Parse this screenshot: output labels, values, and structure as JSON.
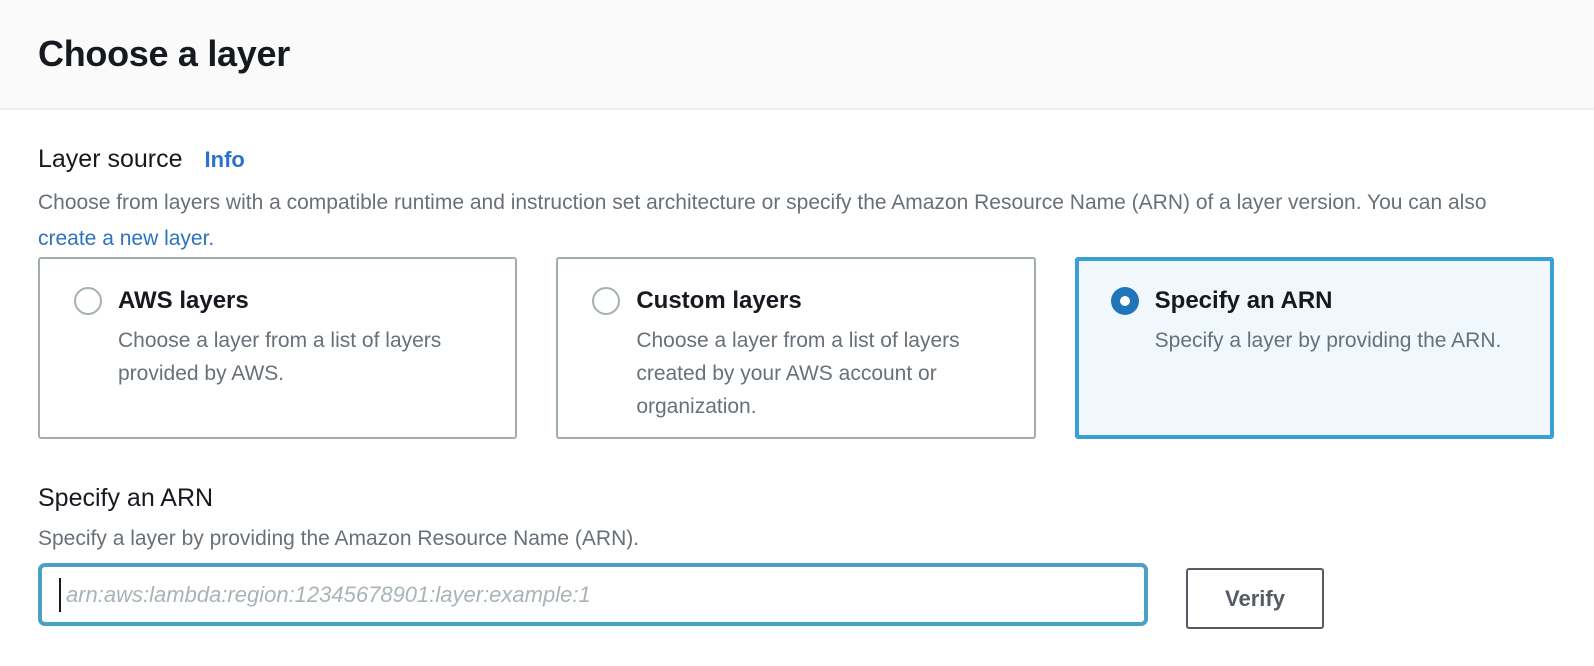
{
  "header": {
    "title": "Choose a layer"
  },
  "layer_source": {
    "label": "Layer source",
    "info_label": "Info",
    "description_before_link": "Choose from layers with a compatible runtime and instruction set architecture or specify the Amazon Resource Name (ARN) of a layer version. You can also ",
    "link_text": "create a new layer."
  },
  "options": [
    {
      "title": "AWS layers",
      "description": "Choose a layer from a list of layers provided by AWS.",
      "selected": false
    },
    {
      "title": "Custom layers",
      "description": "Choose a layer from a list of layers created by your AWS account or organization.",
      "selected": false
    },
    {
      "title": "Specify an ARN",
      "description": "Specify a layer by providing the ARN.",
      "selected": true
    }
  ],
  "arn_section": {
    "label": "Specify an ARN",
    "description": "Specify a layer by providing the Amazon Resource Name (ARN).",
    "input_placeholder": "arn:aws:lambda:region:12345678901:layer:example:1",
    "input_value": "",
    "verify_button_label": "Verify"
  },
  "colors": {
    "link_blue": "#2b73c8",
    "radio_selected_blue": "#2074b8",
    "selected_tile_border": "#3a9fd5",
    "selected_tile_background": "#f1f8fd",
    "input_focus_border": "#4aa0c5",
    "header_background": "#fafafa",
    "divider": "#eaeded",
    "text_dark": "#16191f",
    "text_gray": "#687078",
    "button_gray": "#545b64"
  }
}
